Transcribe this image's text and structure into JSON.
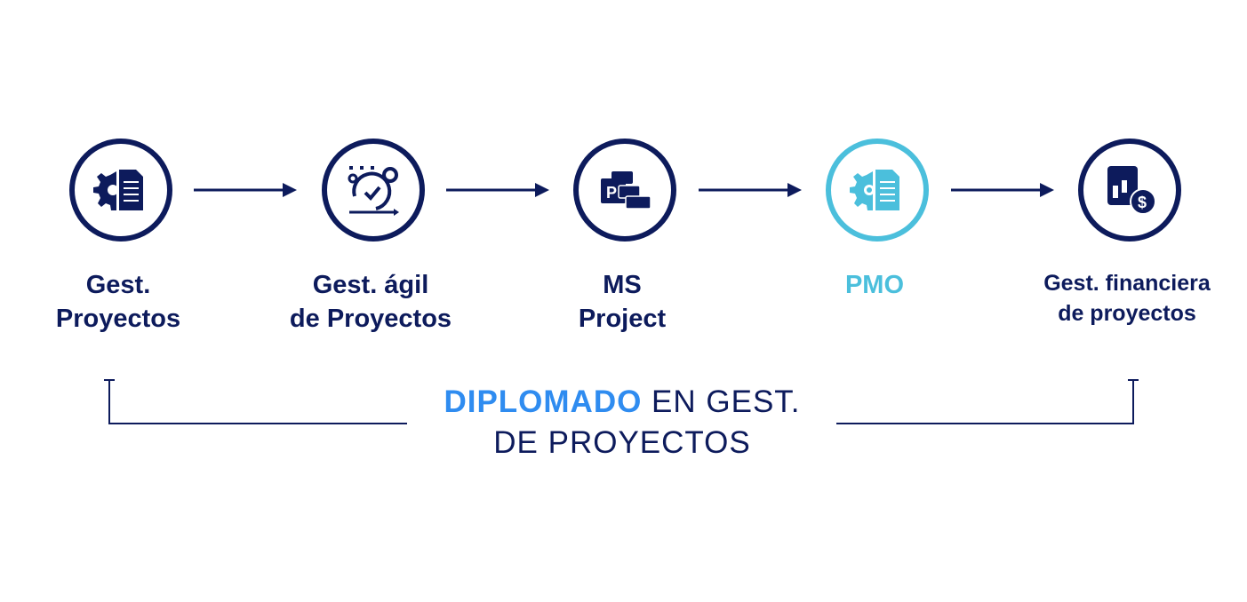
{
  "steps": [
    {
      "line1": "Gest.",
      "line2": "Proyectos",
      "icon": "gear-document-icon"
    },
    {
      "line1": "Gest. ágil",
      "line2": "de Proyectos",
      "icon": "agile-cycle-icon"
    },
    {
      "line1": "MS",
      "line2": "Project",
      "icon": "ms-project-icon"
    },
    {
      "line1": "PMO",
      "line2": "",
      "icon": "gear-document-icon",
      "highlighted": true
    },
    {
      "line1": "Gest. financiera",
      "line2": "de proyectos",
      "icon": "financial-report-icon"
    }
  ],
  "footer": {
    "accent": "DIPLOMADO",
    "rest_line1": " EN GEST.",
    "line2": "DE PROYECTOS"
  },
  "colors": {
    "navy": "#0d1b5c",
    "highlight": "#4bbfdc",
    "accent": "#2f8cf0"
  }
}
